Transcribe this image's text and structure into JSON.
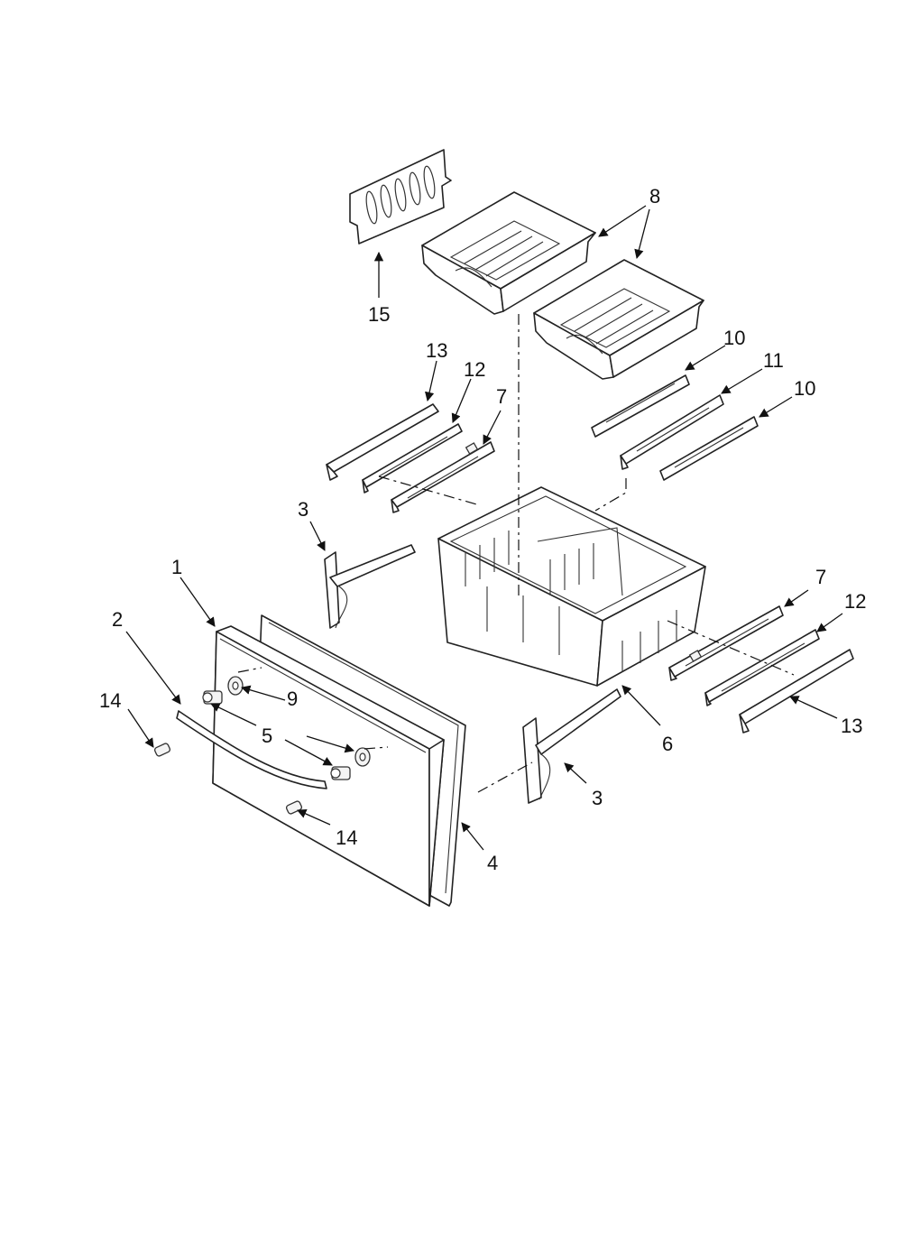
{
  "callouts": {
    "c1": "1",
    "c2": "2",
    "c3a": "3",
    "c3b": "3",
    "c4": "4",
    "c5": "5",
    "c6": "6",
    "c7a": "7",
    "c7b": "7",
    "c8": "8",
    "c9": "9",
    "c10a": "10",
    "c10b": "10",
    "c11": "11",
    "c12a": "12",
    "c12b": "12",
    "c13a": "13",
    "c13b": "13",
    "c14a": "14",
    "c14b": "14",
    "c15": "15"
  }
}
